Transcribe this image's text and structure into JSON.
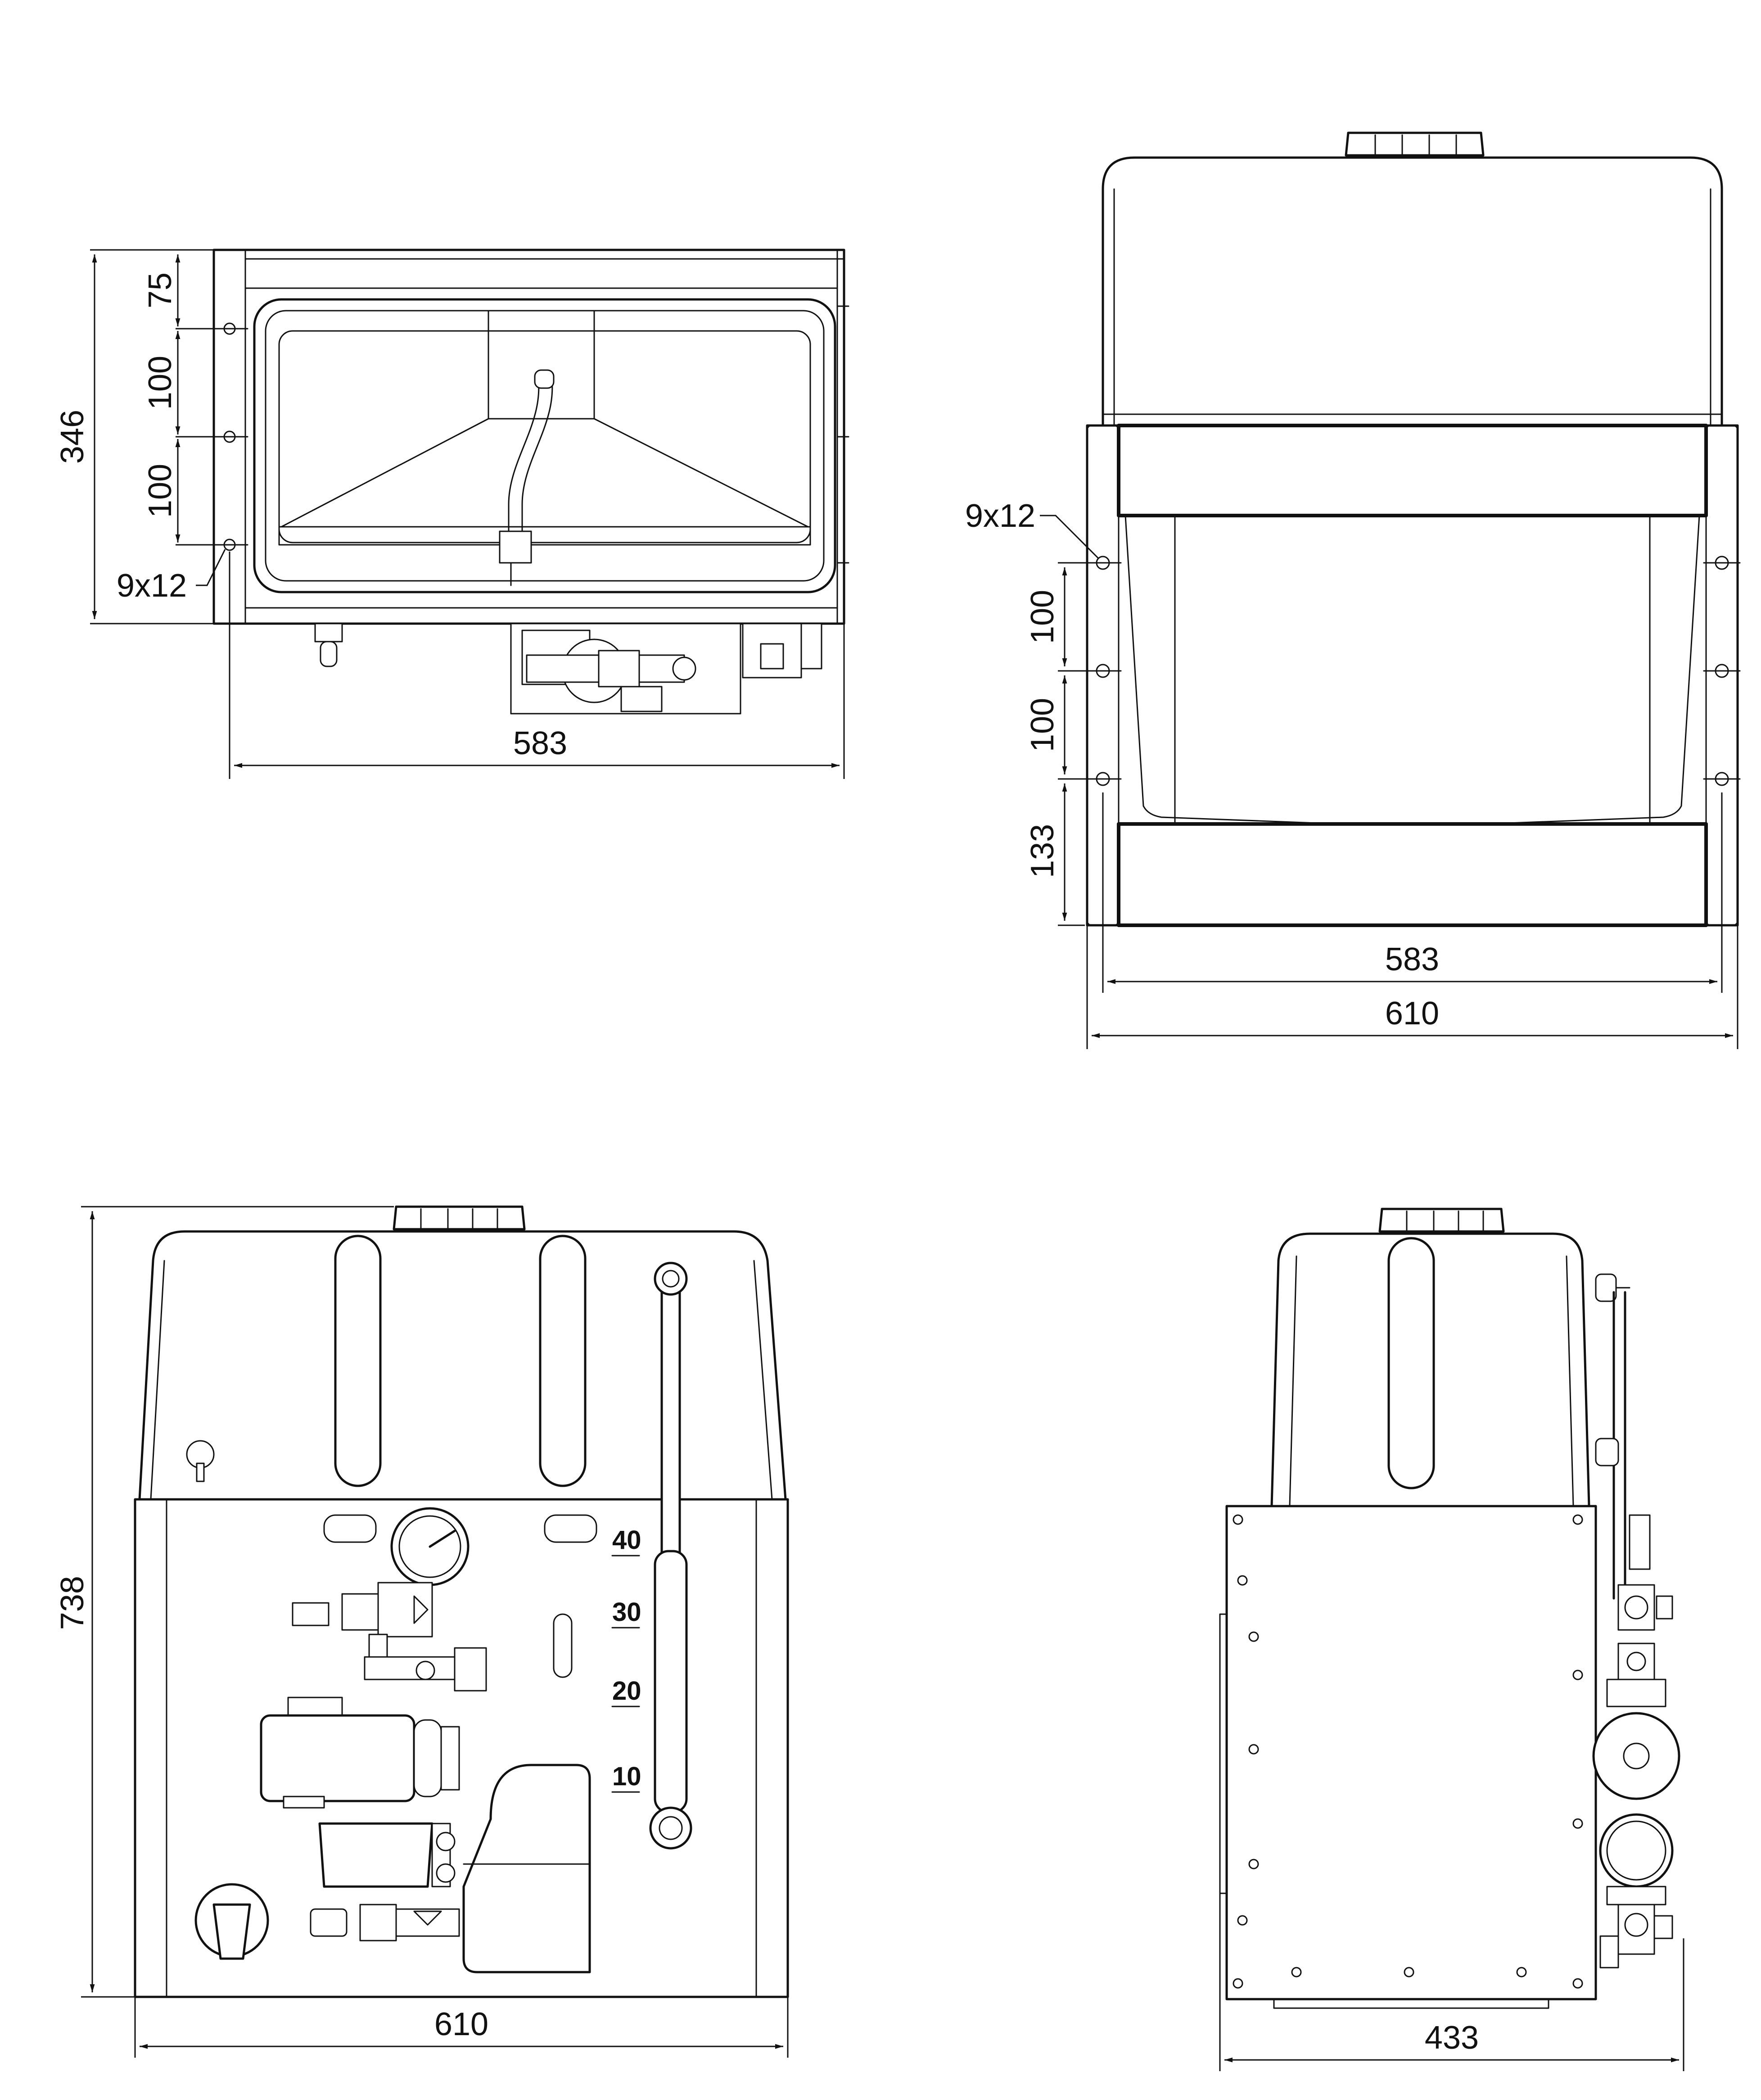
{
  "views": {
    "top": {
      "dims": {
        "height": "346",
        "seg1": "75",
        "seg2": "100",
        "seg3": "100",
        "hole": "9x12",
        "width": "583"
      }
    },
    "front": {
      "dims": {
        "hole": "9x12",
        "seg1": "100",
        "seg2": "100",
        "seg3": "133",
        "width_inner": "583",
        "width_outer": "610"
      }
    },
    "side_panel": {
      "dims": {
        "height": "738",
        "width": "610"
      },
      "scale": [
        "40",
        "30",
        "20",
        "10"
      ]
    },
    "side": {
      "dims": {
        "width": "433"
      }
    }
  }
}
